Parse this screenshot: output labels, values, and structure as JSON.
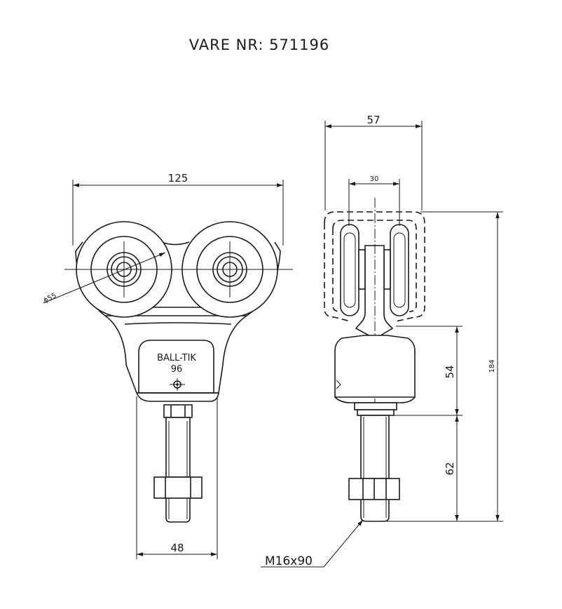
{
  "title": "VARE NR: 571196",
  "labels": {
    "brand": "BALL-TIK",
    "model": "96",
    "bolt_spec": "M16x90"
  },
  "dimensions": {
    "front_width": "125",
    "roller_diameter": "ϕ55",
    "housing_width": "48",
    "side_width": "57",
    "track_gap": "30",
    "body_height": "54",
    "bolt_length": "62",
    "total_height": "184"
  }
}
